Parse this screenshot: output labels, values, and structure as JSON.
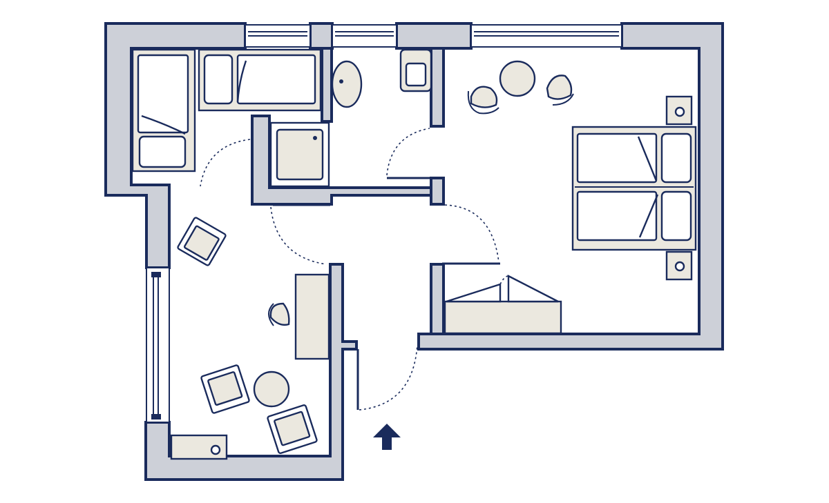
{
  "plan": {
    "colors": {
      "wall_fill": "#cdd0d8",
      "line": "#1a2b5c",
      "furniture_fill": "#ebe8df",
      "background": "#ffffff"
    },
    "rooms": [
      "children-room",
      "bathroom",
      "bedroom",
      "living-room",
      "hall"
    ],
    "icons": [
      "entrance-arrow-icon"
    ]
  }
}
